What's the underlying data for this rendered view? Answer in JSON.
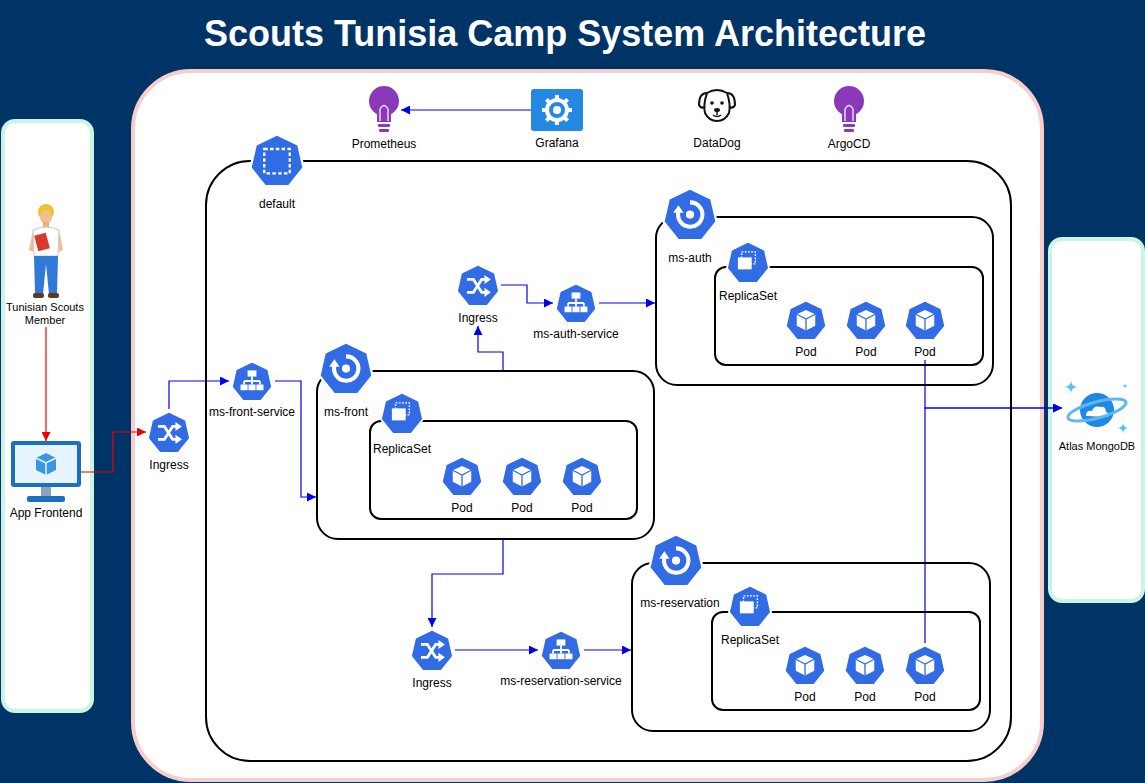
{
  "diagram": {
    "title": "Scouts Tunisia Camp System Architecture",
    "nodes": [
      {
        "text": [
          "Tunisian Scouts Member"
        ]
      },
      {
        "text": [
          "App Frontend"
        ]
      },
      {
        "text": [
          "Prometheus"
        ]
      },
      {
        "text": [
          "Grafana"
        ]
      },
      {
        "text": [
          "DataDog"
        ]
      },
      {
        "text": [
          "ArgoCD"
        ]
      },
      {
        "text": [
          "default"
        ]
      },
      {
        "text": [
          "Ingress"
        ],
        "in": 6
      },
      {
        "text": [
          "ms-front-service"
        ],
        "in": 6
      },
      {
        "text": [
          "ms-front"
        ],
        "in": 6
      },
      {
        "text": [
          "ReplicaSet"
        ],
        "in": 9
      },
      {
        "text": [
          "Pod"
        ],
        "in": 10
      },
      {
        "text": [
          "Pod"
        ],
        "in": 10
      },
      {
        "text": [
          "Pod"
        ],
        "in": 10
      },
      {
        "text": [
          "Ingress"
        ],
        "in": 6
      },
      {
        "text": [
          "ms-auth-service"
        ],
        "in": 6
      },
      {
        "text": [
          "ms-auth"
        ],
        "in": 6
      },
      {
        "text": [
          "ReplicaSet"
        ],
        "in": 16
      },
      {
        "text": [
          "Pod"
        ],
        "in": 17
      },
      {
        "text": [
          "Pod"
        ],
        "in": 17
      },
      {
        "text": [
          "Pod"
        ],
        "in": 17
      },
      {
        "text": [
          "Ingress"
        ],
        "in": 6
      },
      {
        "text": [
          "ms-reservation-service"
        ],
        "in": 6
      },
      {
        "text": [
          "ms-reservation"
        ],
        "in": 6
      },
      {
        "text": [
          "ReplicaSet"
        ],
        "in": 23
      },
      {
        "text": [
          "Pod"
        ],
        "in": 24
      },
      {
        "text": [
          "Pod"
        ],
        "in": 24
      },
      {
        "text": [
          "Pod"
        ],
        "in": 24
      },
      {
        "text": [
          "Atlas MongoDB"
        ]
      }
    ],
    "edges": [
      {
        "from": 0,
        "to": 1,
        "arrow": "to"
      },
      {
        "from": 1,
        "to": 7,
        "arrow": "to"
      },
      {
        "from": 7,
        "to": 8,
        "arrow": "to"
      },
      {
        "from": 8,
        "to": 9,
        "arrow": "to"
      },
      {
        "from": 9,
        "to": 14,
        "arrow": "to"
      },
      {
        "from": 14,
        "to": 15,
        "arrow": "to"
      },
      {
        "from": 15,
        "to": 16,
        "arrow": "to"
      },
      {
        "from": 9,
        "to": 21,
        "arrow": "to"
      },
      {
        "from": 21,
        "to": 22,
        "arrow": "to"
      },
      {
        "from": 22,
        "to": 23,
        "arrow": "to"
      },
      {
        "from": 20,
        "to": 28,
        "arrow": "to"
      },
      {
        "from": 27,
        "to": 28,
        "arrow": "to"
      },
      {
        "from": 3,
        "to": 2,
        "arrow": "to"
      }
    ]
  }
}
